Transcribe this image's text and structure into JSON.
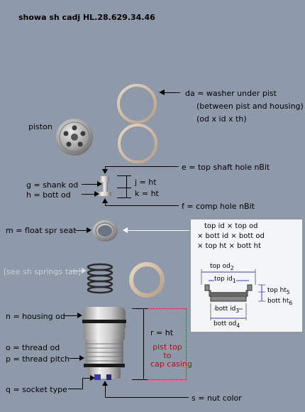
{
  "header": {
    "title": "showa sh cadj    HL.28.629.34.46"
  },
  "labels": {
    "piston": "piston",
    "da_line1": "da = washer under pist",
    "da_line2": "(between pist and housing)",
    "da_line3": "(od x id x th)",
    "e": "e = top shaft hole nBit",
    "g": "g = shank od",
    "h": "h = bott od",
    "j": "j = ht",
    "k": "k = ht",
    "f": "f = comp hole nBit",
    "m": "m = float spr seat",
    "sh_springs": "[see sh springs tab]",
    "n": "n = housing od",
    "r": "r = ht",
    "o": "o = thread od",
    "p": "p = thread pitch",
    "q": "q = socket type",
    "s": "s = nut color",
    "pist_top_1": "pist top",
    "pist_top_2": "to",
    "pist_top_3": "cap casing"
  },
  "panel": {
    "line1": "top id × top od",
    "line2": "× bott id × bott od",
    "line3": "× top ht × bott ht",
    "top_od": "top od",
    "top_od_sub": "2",
    "top_id": "top",
    "top_id_sub": "id",
    "top_id_sub2": "1",
    "top_ht": "top ht",
    "top_ht_sub": "5",
    "bott_ht": "bott ht",
    "bott_ht_sub": "6",
    "bott_id": "bott id",
    "bott_id_sub": "3",
    "bott_od": "bott od",
    "bott_od_sub": "4"
  }
}
